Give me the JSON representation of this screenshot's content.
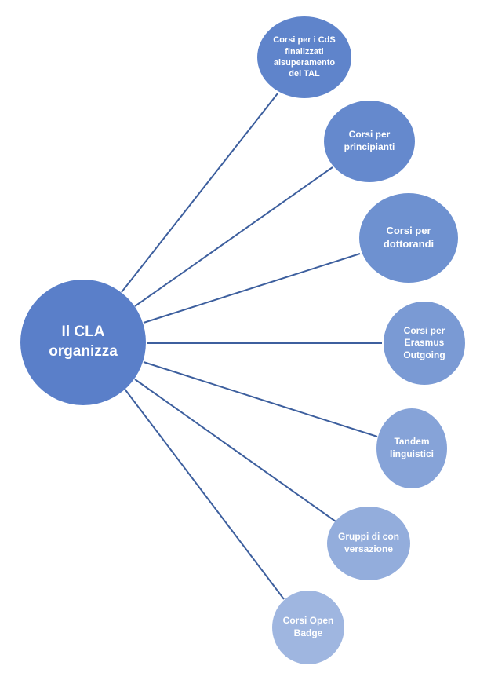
{
  "center": {
    "label": "Il CLA organizza",
    "color": "#5a7fc9"
  },
  "line_color": "#3d5f9e",
  "leaves": [
    {
      "label": "Corsi per i CdS finalizzati alsuperamento del TAL",
      "color": "#5f84cb"
    },
    {
      "label": "Corsi per principianti",
      "color": "#6589cd"
    },
    {
      "label": "Corsi per dottorandi",
      "color": "#6e91d0"
    },
    {
      "label": "Corsi per Erasmus Outgoing",
      "color": "#7a9ad4"
    },
    {
      "label": "Tandem linguistici",
      "color": "#86a3d8"
    },
    {
      "label": "Gruppi di conversazione",
      "color": "#93addc"
    },
    {
      "label": "Corsi Open Badge",
      "color": "#9fb6e0"
    }
  ]
}
